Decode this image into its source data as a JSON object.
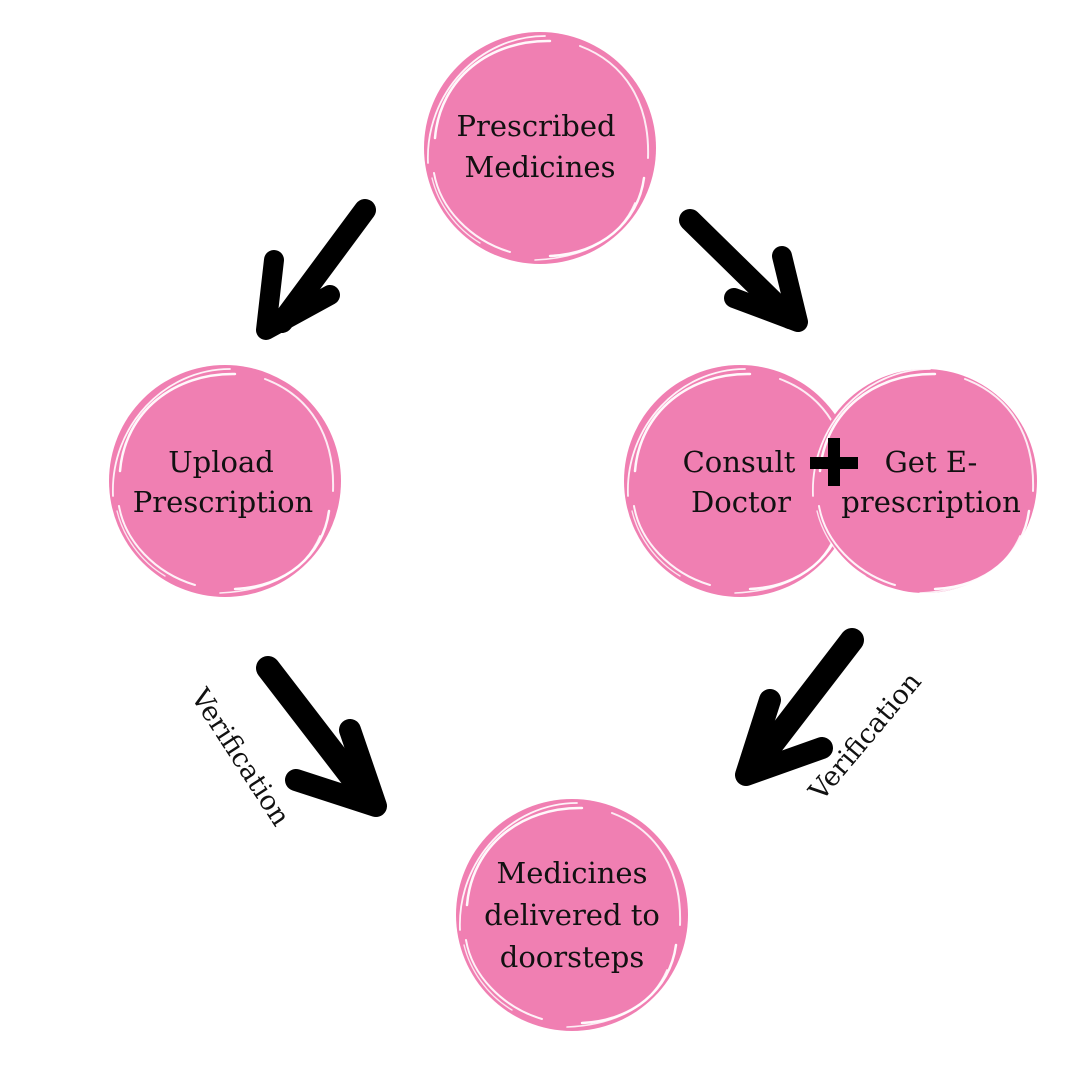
{
  "colors": {
    "circle_fill": "#F07FB2",
    "brush_stroke": "#FFFFFF",
    "arrow": "#000000",
    "text": "#111111"
  },
  "nodes": {
    "prescribed": {
      "line1": "Prescribed",
      "line2": "Medicines"
    },
    "upload": {
      "line1": "Upload",
      "line2": "Prescription"
    },
    "consult": {
      "line1": "Consult",
      "line2": "Doctor"
    },
    "eprescription": {
      "line1": "Get E-",
      "line2": "prescription"
    },
    "delivered": {
      "line1": "Medicines",
      "line2": "delivered to",
      "line3": "doorsteps"
    }
  },
  "edges": {
    "left_label": "Verification",
    "right_label": "Verification"
  },
  "icons": {
    "arrow": "arrow-icon",
    "plus": "plus-icon"
  }
}
